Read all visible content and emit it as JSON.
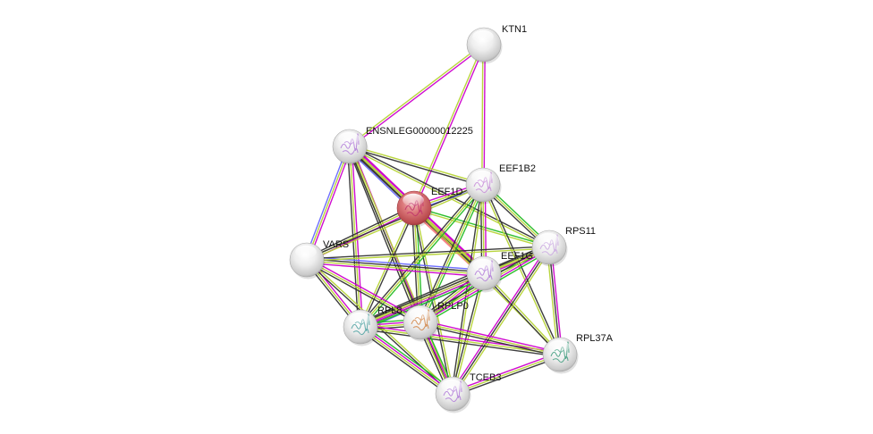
{
  "diagram": {
    "type": "protein-interaction-network",
    "edge_colors": {
      "experiments": "#cc00cc",
      "textmining": "#b5d334",
      "coexpression": "#333333",
      "database": "#22bb22",
      "homology": "#6666ff",
      "fusion": "#ee2222"
    },
    "node_colors": {
      "default": "#e6e6e6",
      "query": "#d45e62"
    },
    "nodes": [
      {
        "id": "KTN1",
        "label": "KTN1",
        "query": false,
        "structure": false
      },
      {
        "id": "ENSNLEG00000012225",
        "label": "ENSNLEG00000012225",
        "query": false,
        "structure": true,
        "structure_color": "#b07ad8"
      },
      {
        "id": "EEF1B2",
        "label": "EEF1B2",
        "query": false,
        "structure": true,
        "structure_color": "#c58ad8"
      },
      {
        "id": "EEF1D",
        "label": "EEF1D",
        "query": true,
        "structure": true,
        "structure_color": "#c0306a"
      },
      {
        "id": "RPS11",
        "label": "RPS11",
        "query": false,
        "structure": true,
        "structure_color": "#c9a6e0"
      },
      {
        "id": "VARS",
        "label": "VARS",
        "query": false,
        "structure": false
      },
      {
        "id": "EEF1G",
        "label": "EEF1G",
        "query": false,
        "structure": true,
        "structure_color": "#b07ad8"
      },
      {
        "id": "RPL8",
        "label": "RPL8",
        "query": false,
        "structure": true,
        "structure_color": "#4aa0a0"
      },
      {
        "id": "RPLP0",
        "label": "RPLP0",
        "query": false,
        "structure": true,
        "structure_color": "#d08040"
      },
      {
        "id": "RPL37A",
        "label": "RPL37A",
        "query": false,
        "structure": true,
        "structure_color": "#3a9a7a"
      },
      {
        "id": "TCEB3",
        "label": "TCEB3",
        "query": false,
        "structure": true,
        "structure_color": "#b07ad8"
      }
    ],
    "edges": [
      {
        "source": "KTN1",
        "target": "ENSNLEG00000012225",
        "evidence": [
          "experiments",
          "textmining"
        ]
      },
      {
        "source": "KTN1",
        "target": "EEF1D",
        "evidence": [
          "experiments",
          "textmining"
        ]
      },
      {
        "source": "KTN1",
        "target": "EEF1B2",
        "evidence": [
          "experiments",
          "textmining"
        ]
      },
      {
        "source": "ENSNLEG00000012225",
        "target": "EEF1D",
        "evidence": [
          "experiments",
          "textmining",
          "coexpression",
          "homology"
        ]
      },
      {
        "source": "ENSNLEG00000012225",
        "target": "EEF1B2",
        "evidence": [
          "textmining",
          "coexpression"
        ]
      },
      {
        "source": "ENSNLEG00000012225",
        "target": "EEF1G",
        "evidence": [
          "experiments",
          "textmining",
          "coexpression"
        ]
      },
      {
        "source": "ENSNLEG00000012225",
        "target": "RPS11",
        "evidence": [
          "coexpression",
          "textmining"
        ]
      },
      {
        "source": "ENSNLEG00000012225",
        "target": "VARS",
        "evidence": [
          "experiments",
          "textmining",
          "homology"
        ]
      },
      {
        "source": "ENSNLEG00000012225",
        "target": "RPL8",
        "evidence": [
          "experiments",
          "textmining",
          "coexpression"
        ]
      },
      {
        "source": "ENSNLEG00000012225",
        "target": "RPLP0",
        "evidence": [
          "experiments",
          "textmining",
          "coexpression"
        ]
      },
      {
        "source": "ENSNLEG00000012225",
        "target": "TCEB3",
        "evidence": [
          "textmining",
          "coexpression"
        ]
      },
      {
        "source": "EEF1D",
        "target": "EEF1B2",
        "evidence": [
          "experiments",
          "textmining",
          "homology"
        ]
      },
      {
        "source": "EEF1D",
        "target": "EEF1G",
        "evidence": [
          "experiments",
          "textmining",
          "coexpression",
          "fusion"
        ]
      },
      {
        "source": "EEF1D",
        "target": "VARS",
        "evidence": [
          "experiments",
          "textmining",
          "coexpression"
        ]
      },
      {
        "source": "EEF1D",
        "target": "RPS11",
        "evidence": [
          "database",
          "textmining"
        ]
      },
      {
        "source": "EEF1D",
        "target": "RPL8",
        "evidence": [
          "coexpression",
          "textmining"
        ]
      },
      {
        "source": "EEF1D",
        "target": "RPLP0",
        "evidence": [
          "database",
          "textmining",
          "coexpression"
        ]
      },
      {
        "source": "EEF1D",
        "target": "TCEB3",
        "evidence": [
          "textmining",
          "coexpression"
        ]
      },
      {
        "source": "EEF1D",
        "target": "RPL37A",
        "evidence": [
          "textmining"
        ]
      },
      {
        "source": "EEF1B2",
        "target": "EEF1G",
        "evidence": [
          "experiments",
          "textmining",
          "coexpression"
        ]
      },
      {
        "source": "EEF1B2",
        "target": "RPS11",
        "evidence": [
          "database",
          "textmining",
          "coexpression"
        ]
      },
      {
        "source": "EEF1B2",
        "target": "VARS",
        "evidence": [
          "textmining",
          "coexpression"
        ]
      },
      {
        "source": "EEF1B2",
        "target": "RPL8",
        "evidence": [
          "database",
          "textmining",
          "coexpression"
        ]
      },
      {
        "source": "EEF1B2",
        "target": "RPLP0",
        "evidence": [
          "database",
          "textmining",
          "coexpression"
        ]
      },
      {
        "source": "EEF1B2",
        "target": "TCEB3",
        "evidence": [
          "textmining",
          "coexpression"
        ]
      },
      {
        "source": "EEF1B2",
        "target": "RPL37A",
        "evidence": [
          "coexpression",
          "textmining"
        ]
      },
      {
        "source": "EEF1G",
        "target": "RPS11",
        "evidence": [
          "coexpression",
          "textmining"
        ]
      },
      {
        "source": "EEF1G",
        "target": "VARS",
        "evidence": [
          "experiments",
          "textmining",
          "coexpression",
          "homology"
        ]
      },
      {
        "source": "EEF1G",
        "target": "RPL8",
        "evidence": [
          "homology",
          "database",
          "experiments",
          "textmining",
          "coexpression"
        ]
      },
      {
        "source": "EEF1G",
        "target": "RPLP0",
        "evidence": [
          "database",
          "experiments",
          "textmining",
          "coexpression"
        ]
      },
      {
        "source": "EEF1G",
        "target": "TCEB3",
        "evidence": [
          "textmining",
          "coexpression"
        ]
      },
      {
        "source": "EEF1G",
        "target": "RPL37A",
        "evidence": [
          "textmining",
          "coexpression"
        ]
      },
      {
        "source": "RPS11",
        "target": "VARS",
        "evidence": [
          "textmining",
          "coexpression"
        ]
      },
      {
        "source": "RPS11",
        "target": "RPL8",
        "evidence": [
          "database",
          "experiments",
          "textmining",
          "coexpression"
        ]
      },
      {
        "source": "RPS11",
        "target": "RPLP0",
        "evidence": [
          "database",
          "experiments",
          "textmining",
          "coexpression"
        ]
      },
      {
        "source": "RPS11",
        "target": "TCEB3",
        "evidence": [
          "textmining",
          "coexpression",
          "experiments"
        ]
      },
      {
        "source": "RPS11",
        "target": "RPL37A",
        "evidence": [
          "experiments",
          "coexpression",
          "textmining"
        ]
      },
      {
        "source": "VARS",
        "target": "RPL8",
        "evidence": [
          "experiments",
          "textmining",
          "coexpression"
        ]
      },
      {
        "source": "VARS",
        "target": "RPLP0",
        "evidence": [
          "experiments",
          "textmining",
          "coexpression"
        ]
      },
      {
        "source": "VARS",
        "target": "TCEB3",
        "evidence": [
          "textmining",
          "coexpression"
        ]
      },
      {
        "source": "RPL8",
        "target": "RPLP0",
        "evidence": [
          "database",
          "experiments",
          "textmining",
          "coexpression"
        ]
      },
      {
        "source": "RPL8",
        "target": "TCEB3",
        "evidence": [
          "database",
          "experiments",
          "textmining",
          "coexpression"
        ]
      },
      {
        "source": "RPL8",
        "target": "RPL37A",
        "evidence": [
          "experiments",
          "textmining",
          "coexpression"
        ]
      },
      {
        "source": "RPLP0",
        "target": "TCEB3",
        "evidence": [
          "database",
          "experiments",
          "textmining",
          "coexpression"
        ]
      },
      {
        "source": "RPLP0",
        "target": "RPL37A",
        "evidence": [
          "experiments",
          "textmining",
          "coexpression"
        ]
      },
      {
        "source": "TCEB3",
        "target": "RPL37A",
        "evidence": [
          "experiments",
          "textmining",
          "coexpression"
        ]
      }
    ]
  }
}
